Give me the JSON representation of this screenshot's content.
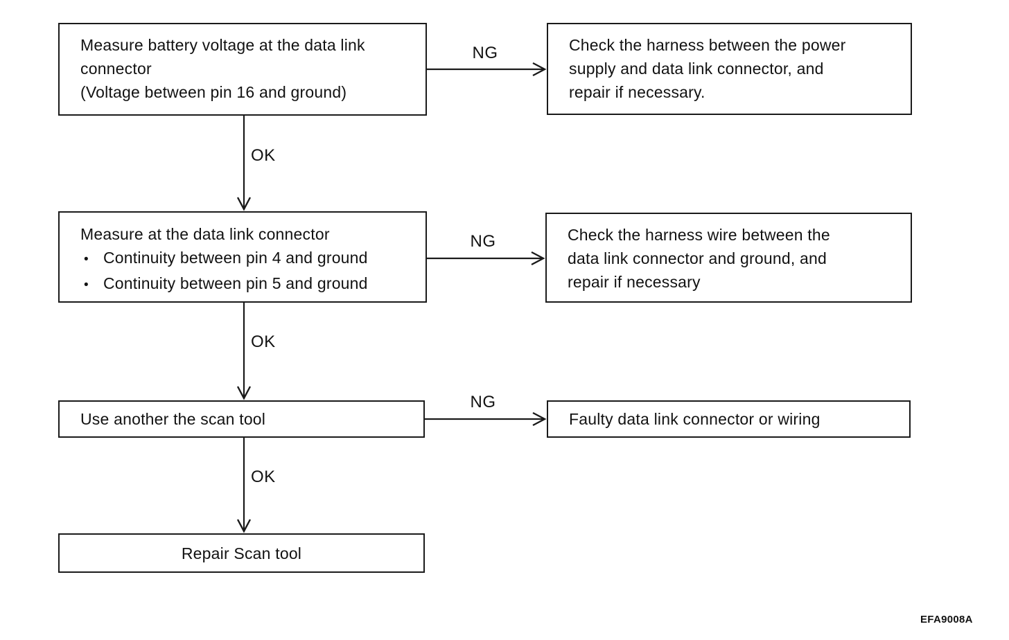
{
  "figure": {
    "code": "EFA9008A"
  },
  "flowchart": {
    "bullet_glyph": "•",
    "steps": [
      {
        "id": "measure-battery-voltage",
        "lines": [
          "Measure battery voltage at the data link",
          "connector",
          "(Voltage between pin 16 and ground)"
        ]
      },
      {
        "id": "measure-continuity",
        "title": "Measure at the data link connector",
        "bullets": [
          "Continuity between pin 4 and ground",
          "Continuity between pin 5 and ground"
        ]
      },
      {
        "id": "use-another-scan-tool",
        "text": "Use another the scan tool"
      },
      {
        "id": "repair-scan-tool",
        "text": "Repair Scan tool"
      }
    ],
    "results": [
      {
        "id": "check-harness-power",
        "lines": [
          "Check the harness between the power",
          "supply and data link connector, and",
          "repair if necessary."
        ]
      },
      {
        "id": "check-harness-ground",
        "lines": [
          "Check the harness wire between the",
          "data link connector and ground, and",
          "repair if necessary"
        ]
      },
      {
        "id": "faulty-connector",
        "text": "Faulty data link connector or wiring"
      }
    ],
    "edges": [
      {
        "from": "measure-battery-voltage",
        "to": "check-harness-power",
        "label": "NG"
      },
      {
        "from": "measure-battery-voltage",
        "to": "measure-continuity",
        "label": "OK"
      },
      {
        "from": "measure-continuity",
        "to": "check-harness-ground",
        "label": "NG"
      },
      {
        "from": "measure-continuity",
        "to": "use-another-scan-tool",
        "label": "OK"
      },
      {
        "from": "use-another-scan-tool",
        "to": "faulty-connector",
        "label": "NG"
      },
      {
        "from": "use-another-scan-tool",
        "to": "repair-scan-tool",
        "label": "OK"
      }
    ]
  }
}
